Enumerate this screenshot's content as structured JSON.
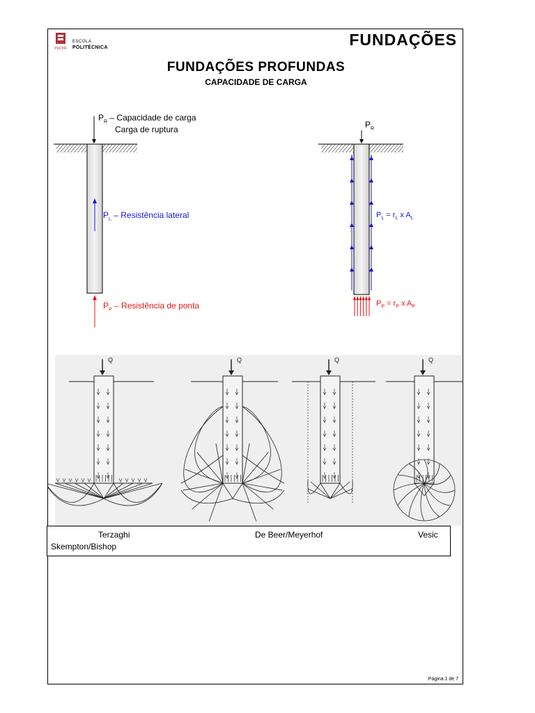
{
  "header": {
    "logo_school": "ESCOLA",
    "logo_poli": "POLITÉCNICA",
    "logo_pucpr": "PUCPR",
    "title": "FUNDAÇÕES"
  },
  "main": {
    "title": "FUNDAÇÕES PROFUNDAS",
    "subtitle": "CAPACIDADE DE CARGA"
  },
  "diagram_left": {
    "pr_sym": "P",
    "pr_sub": "R",
    "pr_text": " – Capacidade de carga",
    "pr_text2": "Carga de ruptura",
    "pl_sym": "P",
    "pl_sub": "L",
    "pl_text": " – Resistência lateral",
    "pp_sym": "P",
    "pp_sub": "P",
    "pp_text": " – Resistência de ponta"
  },
  "diagram_right": {
    "pr_sym": "P",
    "pr_sub": "R",
    "pl_formula_a": "P",
    "pl_formula_a_sub": "L",
    "pl_formula_b": " = r",
    "pl_formula_b_sub": "L",
    "pl_formula_c": " x A",
    "pl_formula_c_sub": "L",
    "pp_formula_a": "P",
    "pp_formula_a_sub": "P",
    "pp_formula_b": " = r",
    "pp_formula_b_sub": "P",
    "pp_formula_c": " x A",
    "pp_formula_c_sub": "P"
  },
  "methods": {
    "q_label": "Q",
    "captions": [
      "Terzaghi",
      "De Beer/Meyerhof",
      "Vesic",
      "Skempton/Bishop"
    ]
  },
  "footer": {
    "page": "Página 1 de 7"
  },
  "colors": {
    "lateral": "#1515e0",
    "point": "#e01515"
  }
}
